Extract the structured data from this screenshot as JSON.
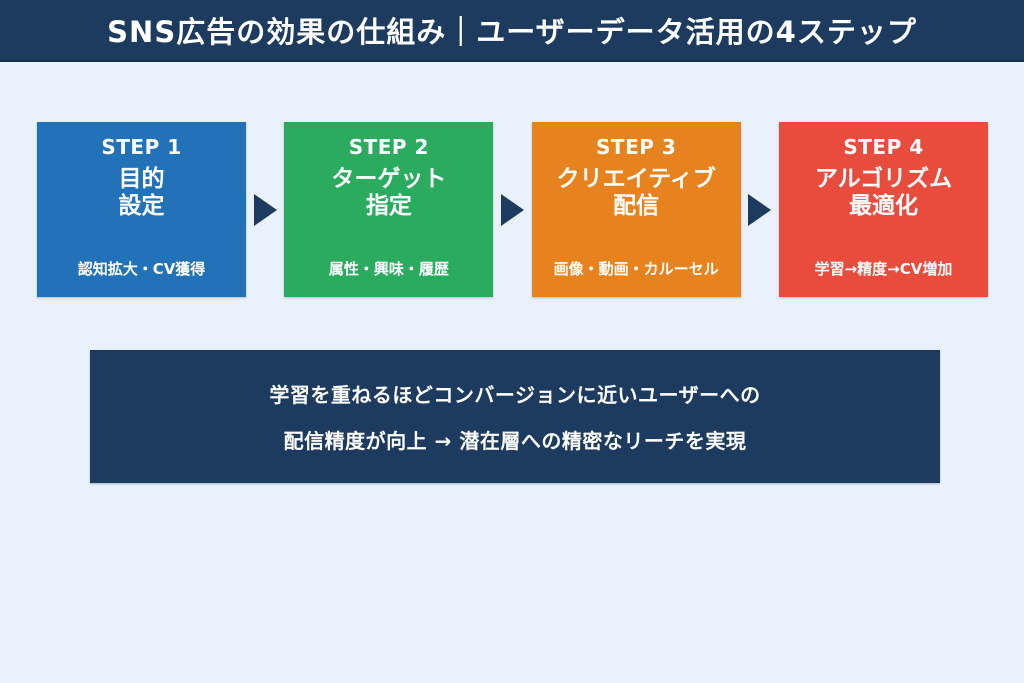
{
  "header": {
    "title": "SNS広告の効果の仕組み｜ユーザーデータ活用の4ステップ"
  },
  "steps": [
    {
      "label": "STEP 1",
      "title_line1": "目的",
      "title_line2": "設定",
      "subtitle": "認知拡大・CV獲得",
      "color": "#2272b8"
    },
    {
      "label": "STEP 2",
      "title_line1": "ターゲット",
      "title_line2": "指定",
      "subtitle": "属性・興味・履歴",
      "color": "#2aab5e"
    },
    {
      "label": "STEP 3",
      "title_line1": "クリエイティブ",
      "title_line2": "配信",
      "subtitle": "画像・動画・カルーセル",
      "color": "#e6831f"
    },
    {
      "label": "STEP 4",
      "title_line1": "アルゴリズム",
      "title_line2": "最適化",
      "subtitle": "学習→精度→CV増加",
      "color": "#e74c3c"
    }
  ],
  "summary": {
    "line1": "学習を重ねるほどコンバージョンに近いユーザーへの",
    "line2": "配信精度が向上 → 潜在層への精密なリーチを実現"
  },
  "colors": {
    "navy": "#1c3b5e",
    "background": "#e9f2fc",
    "text_on_dark": "#ffffff"
  }
}
